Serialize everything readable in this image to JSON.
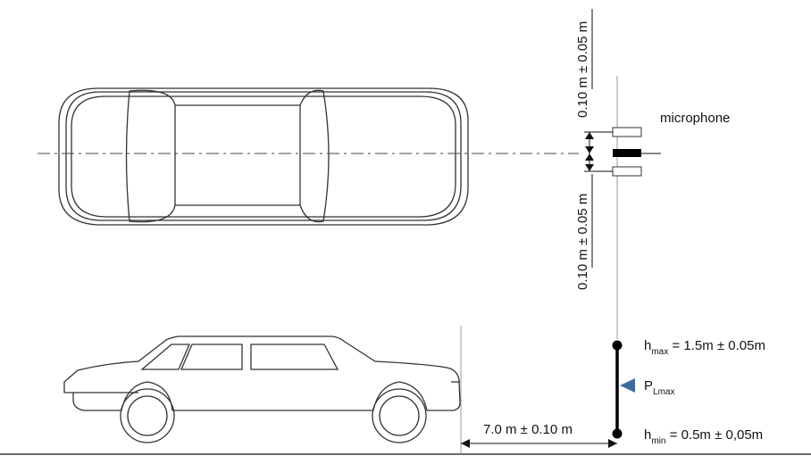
{
  "labels": {
    "microphone": "microphone",
    "top_offset": "0.10 m ± 0.05 m",
    "bottom_offset": "0.10 m ± 0.05 m",
    "distance": "7.0 m ± 0.10 m",
    "hmax_main": "h",
    "hmax_sub": "max",
    "hmax_value": " = 1.5m ± 0.05m",
    "hmin_main": "h",
    "hmin_sub": "min",
    "hmin_value": " = 0.5m ± 0,05m",
    "plmax_main": "P",
    "plmax_sub": "Lmax"
  },
  "colors": {
    "line": "#333333",
    "marker": "#3d6a9a",
    "bar": "#000000"
  }
}
